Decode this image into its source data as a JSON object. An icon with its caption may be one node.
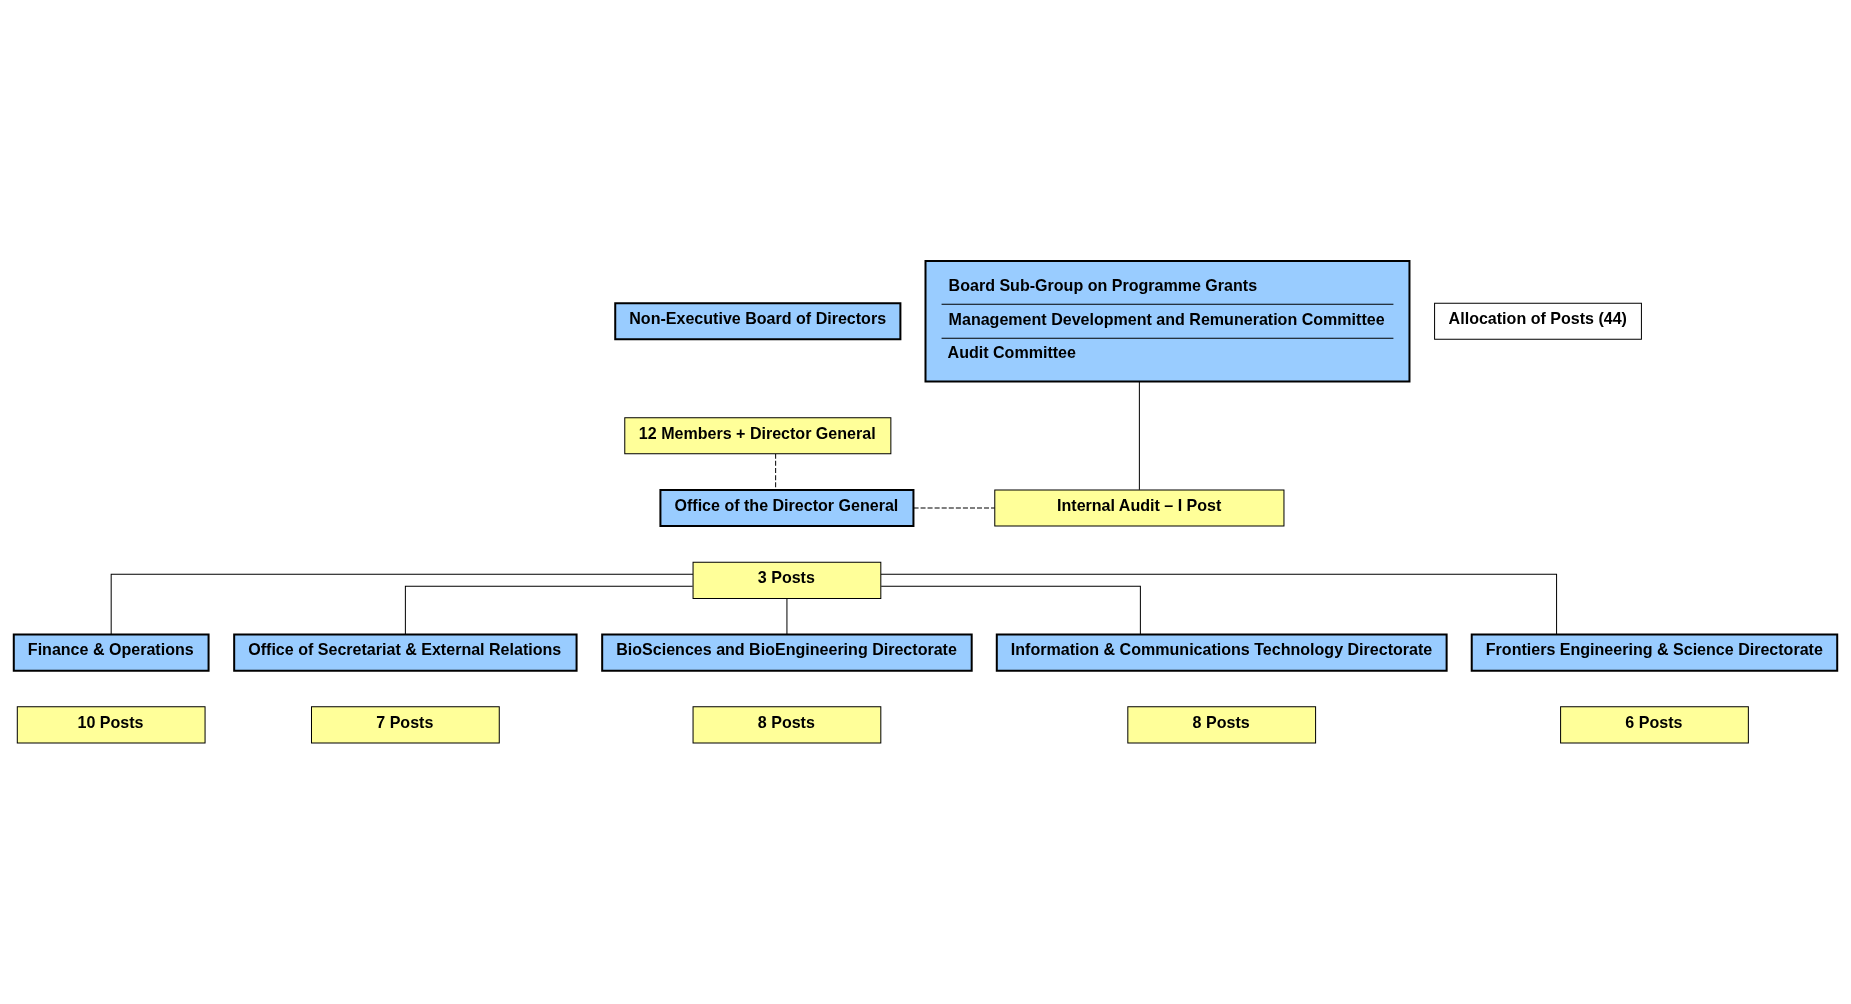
{
  "diagram": {
    "nodes": [
      {
        "text": [
          "Non-Executive Board of Directors"
        ]
      },
      {
        "text": [
          "12 Members + Director General"
        ]
      },
      {
        "text": [
          "Allocation of Posts (44)"
        ]
      },
      {
        "text": [
          "Board Sub-Group on Programme Grants",
          "Management Development and Remuneration Committee",
          "Audit Committee"
        ]
      },
      {
        "text": [
          "Office of the Director General"
        ]
      },
      {
        "text": [
          "3 Posts"
        ]
      },
      {
        "text": [
          "Internal Audit – I Post"
        ]
      },
      {
        "text": [
          "Finance & Operations"
        ]
      },
      {
        "text": [
          "10 Posts"
        ]
      },
      {
        "text": [
          "Office of Secretariat & External Relations"
        ]
      },
      {
        "text": [
          "7 Posts"
        ]
      },
      {
        "text": [
          "BioSciences and BioEngineering Directorate"
        ]
      },
      {
        "text": [
          "8 Posts"
        ]
      },
      {
        "text": [
          "Information & Communications Technology Directorate"
        ]
      },
      {
        "text": [
          "8 Posts"
        ]
      },
      {
        "text": [
          "Frontiers Engineering & Science Directorate"
        ]
      },
      {
        "text": [
          "6 Posts"
        ]
      }
    ],
    "edges": [
      {
        "from": 1,
        "to": 4,
        "arrow": "none",
        "style": "dashed"
      },
      {
        "from": 4,
        "to": 6,
        "arrow": "none",
        "style": "dashed"
      },
      {
        "from": 3,
        "to": 6,
        "arrow": "none"
      },
      {
        "from": 5,
        "to": 7,
        "arrow": "none"
      },
      {
        "from": 5,
        "to": 9,
        "arrow": "none"
      },
      {
        "from": 5,
        "to": 11,
        "arrow": "none"
      },
      {
        "from": 5,
        "to": 13,
        "arrow": "none"
      },
      {
        "from": 5,
        "to": 15,
        "arrow": "none"
      }
    ]
  }
}
